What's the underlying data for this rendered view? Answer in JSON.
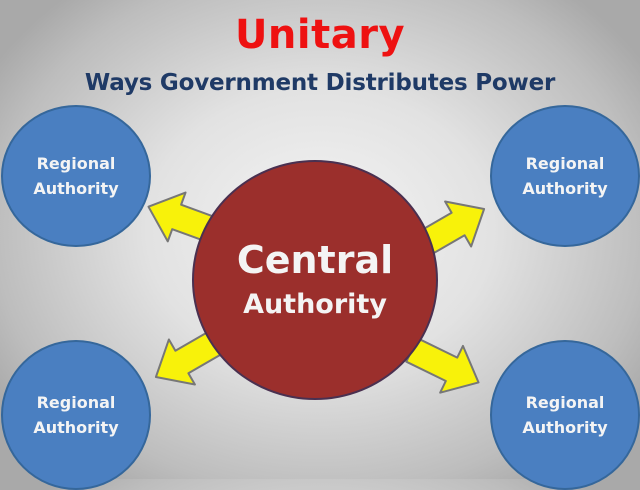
{
  "title": "Unitary",
  "subtitle": "Ways Government Distributes Power",
  "central": {
    "line1": "Central",
    "line2": "Authority"
  },
  "regions": [
    {
      "position": "top-left",
      "line1": "Regional",
      "line2": "Authority"
    },
    {
      "position": "top-right",
      "line1": "Regional",
      "line2": "Authority"
    },
    {
      "position": "bottom-left",
      "line1": "Regional",
      "line2": "Authority"
    },
    {
      "position": "bottom-right",
      "line1": "Regional",
      "line2": "Authority"
    }
  ],
  "arrows": [
    {
      "from": "central",
      "to": "top-left",
      "icon": "arrow-icon"
    },
    {
      "from": "central",
      "to": "top-right",
      "icon": "arrow-icon"
    },
    {
      "from": "central",
      "to": "bottom-left",
      "icon": "arrow-icon"
    },
    {
      "from": "central",
      "to": "bottom-right",
      "icon": "arrow-icon"
    }
  ],
  "colors": {
    "title": "#ee1111",
    "subtitle": "#1f3a66",
    "central_fill": "#9b2f2c",
    "regional_fill": "#4a7fc1",
    "arrow_fill": "#f8f20a",
    "arrow_stroke": "#777777"
  }
}
